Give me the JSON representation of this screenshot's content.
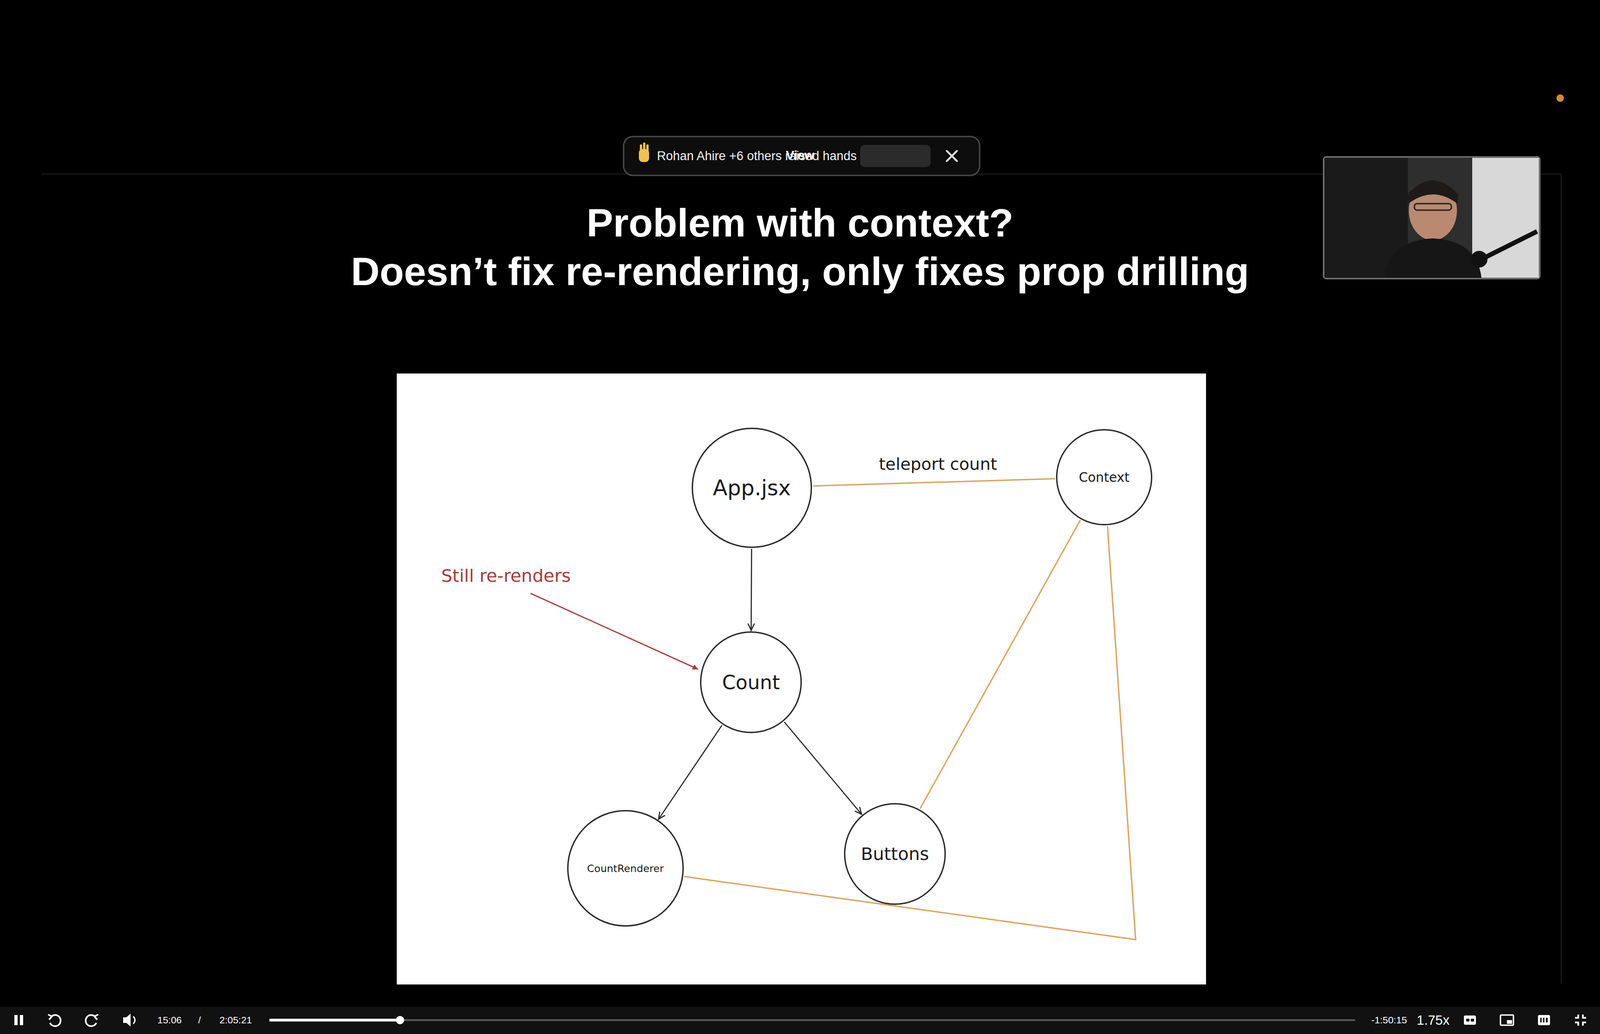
{
  "diagram": {
    "title": "Problem with context?",
    "nodes": [
      {
        "text": [
          "App.jsx"
        ]
      },
      {
        "text": [
          "Context"
        ]
      },
      {
        "text": [
          "Count"
        ]
      },
      {
        "text": [
          "CountRenderer"
        ]
      },
      {
        "text": [
          "Buttons"
        ]
      }
    ],
    "edges": [
      {
        "from": 0,
        "to": 2,
        "arrow": "to"
      },
      {
        "from": 0,
        "to": 1,
        "label": "teleport count",
        "arrow": "none"
      },
      {
        "from": 2,
        "to": 3,
        "arrow": "to"
      },
      {
        "from": 2,
        "to": 4,
        "arrow": "to"
      },
      {
        "from": 1,
        "to": 4,
        "arrow": "none"
      },
      {
        "from": 1,
        "to": 3,
        "arrow": "none"
      }
    ],
    "labels": [
      "Doesn’t fix re-rendering, only fixes prop drilling",
      "Rohan Ahire +6 others raised hands",
      "View",
      "Still re-renders",
      "15:06",
      "/",
      "2:05:21",
      "-1:50:15",
      "1.75x"
    ]
  }
}
